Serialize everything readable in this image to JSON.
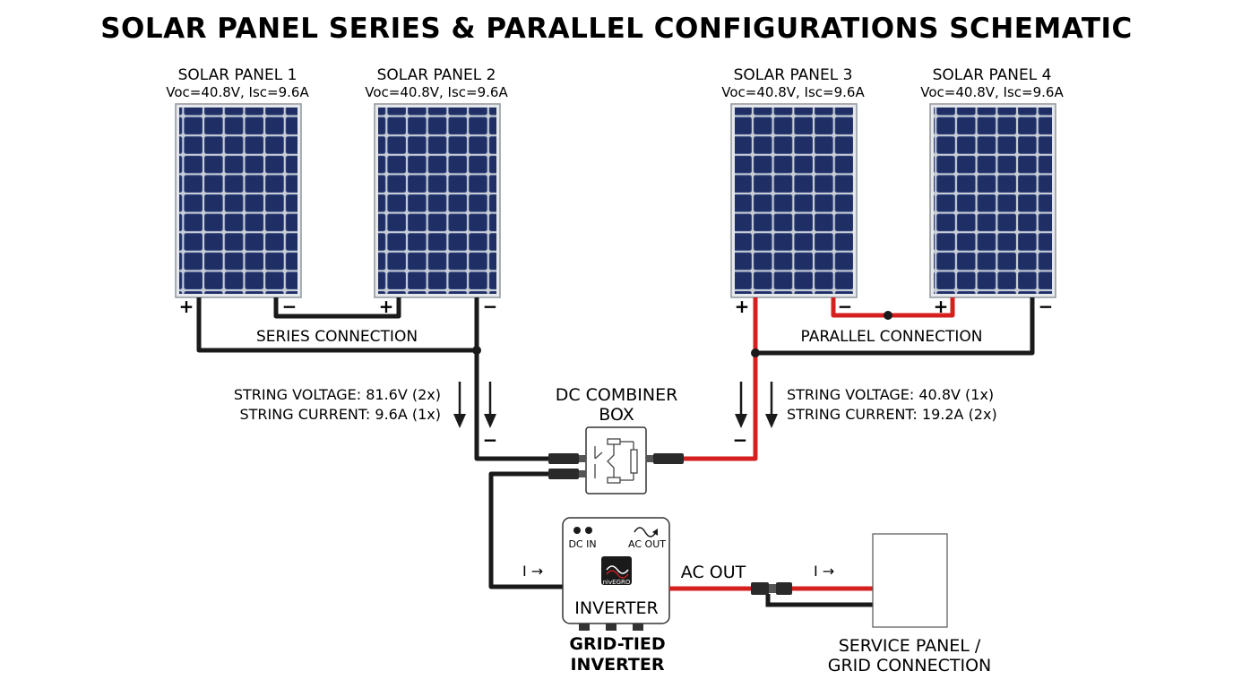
{
  "title": "SOLAR PANEL SERIES & PARALLEL CONFIGURATIONS SCHEMATIC",
  "colors": {
    "wire_black": "#1a1a1a",
    "wire_red": "#d62020",
    "panel_cell": "#1f2f66",
    "panel_frame": "#bfc3c7",
    "panel_grid": "#c9ced6"
  },
  "panels": [
    {
      "name": "SOLAR PANEL 1",
      "specs": "Voc=40.8V, Isc=9.6A"
    },
    {
      "name": "SOLAR PANEL 2",
      "specs": "Voc=40.8V, Isc=9.6A"
    },
    {
      "name": "SOLAR PANEL 3",
      "specs": "Voc=40.8V, Isc=9.6A"
    },
    {
      "name": "SOLAR PANEL 4",
      "specs": "Voc=40.8V, Isc=9.6A"
    }
  ],
  "series": {
    "label": "SERIES CONNECTION",
    "voltage": "STRING VOLTAGE: 81.6V (2x)",
    "current": "STRING CURRENT: 9.6A (1x)"
  },
  "parallel": {
    "label": "PARALLEL CONNECTION",
    "voltage": "STRING VOLTAGE: 40.8V (1x)",
    "current": "STRING CURRENT: 19.2A (2x)"
  },
  "polarity": {
    "plus": "+",
    "minus": "−"
  },
  "combiner": {
    "line1": "DC COMBINER",
    "line2": "BOX"
  },
  "inverter": {
    "dc_in": "DC IN",
    "ac_out_small": "AC OUT",
    "logo": "INVERTER",
    "brand": "nivEGRO",
    "caption_line1": "GRID-TIED",
    "caption_line2": "INVERTER"
  },
  "ac_out_label": "AC OUT",
  "current_arrow": "I →",
  "service": {
    "line1": "SERVICE PANEL /",
    "line2": "GRID CONNECTION"
  }
}
